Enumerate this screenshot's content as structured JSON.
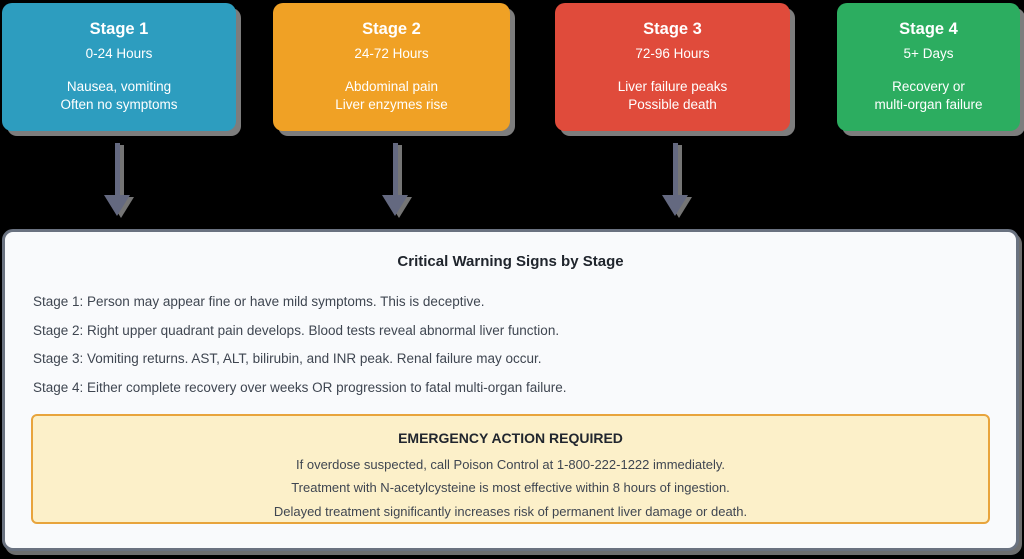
{
  "diagram": {
    "stages": [
      {
        "title": "Stage 1",
        "timeframe": "0-24 Hours",
        "line1": "Nausea, vomiting",
        "line2": "Often no symptoms",
        "color": "#2d9dbf"
      },
      {
        "title": "Stage 2",
        "timeframe": "24-72 Hours",
        "line1": "Abdominal pain",
        "line2": "Liver enzymes rise",
        "color": "#f0a125"
      },
      {
        "title": "Stage 3",
        "timeframe": "72-96 Hours",
        "line1": "Liver failure peaks",
        "line2": "Possible death",
        "color": "#e04b3b"
      },
      {
        "title": "Stage 4",
        "timeframe": "5+ Days",
        "line1": "Recovery or",
        "line2": "multi-organ failure",
        "color": "#2cad60"
      }
    ],
    "warning_panel": {
      "title": "Critical Warning Signs by Stage",
      "notes": [
        "Stage 1: Person may appear fine or have mild symptoms. This is deceptive.",
        "Stage 2: Right upper quadrant pain develops. Blood tests reveal abnormal liver function.",
        "Stage 3: Vomiting returns. AST, ALT, bilirubin, and INR peak. Renal failure may occur.",
        "Stage 4: Either complete recovery over weeks OR progression to fatal multi-organ failure."
      ],
      "emergency": {
        "title": "EMERGENCY ACTION REQUIRED",
        "lines": [
          "If overdose suspected, call Poison Control at 1-800-222-1222 immediately.",
          "Treatment with N-acetylcysteine is most effective within 8 hours of ingestion.",
          "Delayed treatment significantly increases risk of permanent liver damage or death."
        ]
      }
    },
    "colors": {
      "stage1": "#2d9dbf",
      "stage2": "#f0a125",
      "stage3": "#e04b3b",
      "stage4": "#2cad60",
      "arrow": "#646980",
      "panel_border": "#6a7280",
      "panel_background": "#f9fafc",
      "emergency_background": "#fcf0c9",
      "emergency_border": "#e8a43c",
      "background": "#000000"
    }
  }
}
